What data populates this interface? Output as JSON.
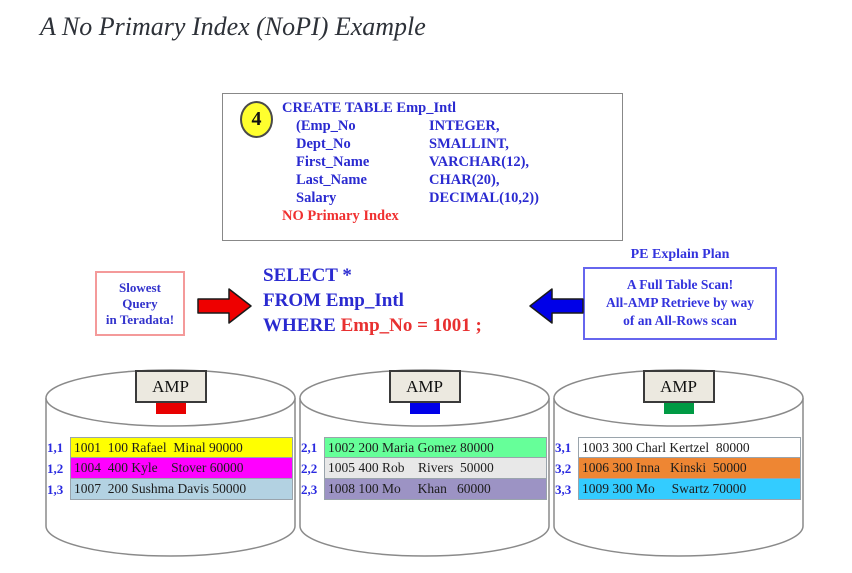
{
  "page": {
    "title": "A No Primary Index (NoPI) Example"
  },
  "create_table_box": {
    "step_number": "4",
    "title_line": "CREATE TABLE Emp_Intl",
    "columns": [
      {
        "name": "(Emp_No",
        "type": "INTEGER,"
      },
      {
        "name": "Dept_No",
        "type": "SMALLINT,"
      },
      {
        "name": "First_Name",
        "type": "VARCHAR(12),"
      },
      {
        "name": "Last_Name",
        "type": "CHAR(20),"
      },
      {
        "name": "Salary",
        "type": "DECIMAL(10,2))"
      }
    ],
    "footer_line": "NO Primary Index"
  },
  "query_section": {
    "slowest_lines": [
      "Slowest",
      "Query",
      "in Teradata!"
    ],
    "select_line1": "SELECT *",
    "select_line2": "FROM Emp_Intl",
    "where_keyword": "WHERE ",
    "where_predicate": "Emp_No = 1001 ;",
    "pe_title": "PE Explain Plan",
    "pe_lines": [
      "A Full Table Scan!",
      "All-AMP Retrieve by way",
      "of an All-Rows scan"
    ]
  },
  "colors": {
    "arrow_red": "#ee0000",
    "arrow_blue": "#0000e8",
    "arrow_outline": "#1a1a1a"
  },
  "amps": [
    {
      "label": "AMP",
      "indicator_color": "#e80000",
      "rows": [
        {
          "id": "1,1",
          "text": "1001  100 Rafael  Minal 90000",
          "bg": "#ffff00"
        },
        {
          "id": "1,2",
          "text": "1004  400 Kyle    Stover 60000",
          "bg": "#ff00ff"
        },
        {
          "id": "1,3",
          "text": "1007  200 Sushma Davis 50000",
          "bg": "#b3d2e2"
        }
      ]
    },
    {
      "label": "AMP",
      "indicator_color": "#0000e8",
      "rows": [
        {
          "id": "2,1",
          "text": "1002 200 Maria Gomez 80000",
          "bg": "#66ff99"
        },
        {
          "id": "2,2",
          "text": "1005 400 Rob    Rivers  50000",
          "bg": "#e8e8e8"
        },
        {
          "id": "2,3",
          "text": "1008 100 Mo     Khan   60000",
          "bg": "#9c93c4"
        }
      ]
    },
    {
      "label": "AMP",
      "indicator_color": "#009a44",
      "rows": [
        {
          "id": "3,1",
          "text": "1003 300 Charl Kertzel  80000",
          "bg": "#ffffff"
        },
        {
          "id": "3,2",
          "text": "1006 300 Inna   Kinski  50000",
          "bg": "#ee8633"
        },
        {
          "id": "3,3",
          "text": "1009 300 Mo     Swartz 70000",
          "bg": "#33ccff"
        }
      ]
    }
  ]
}
